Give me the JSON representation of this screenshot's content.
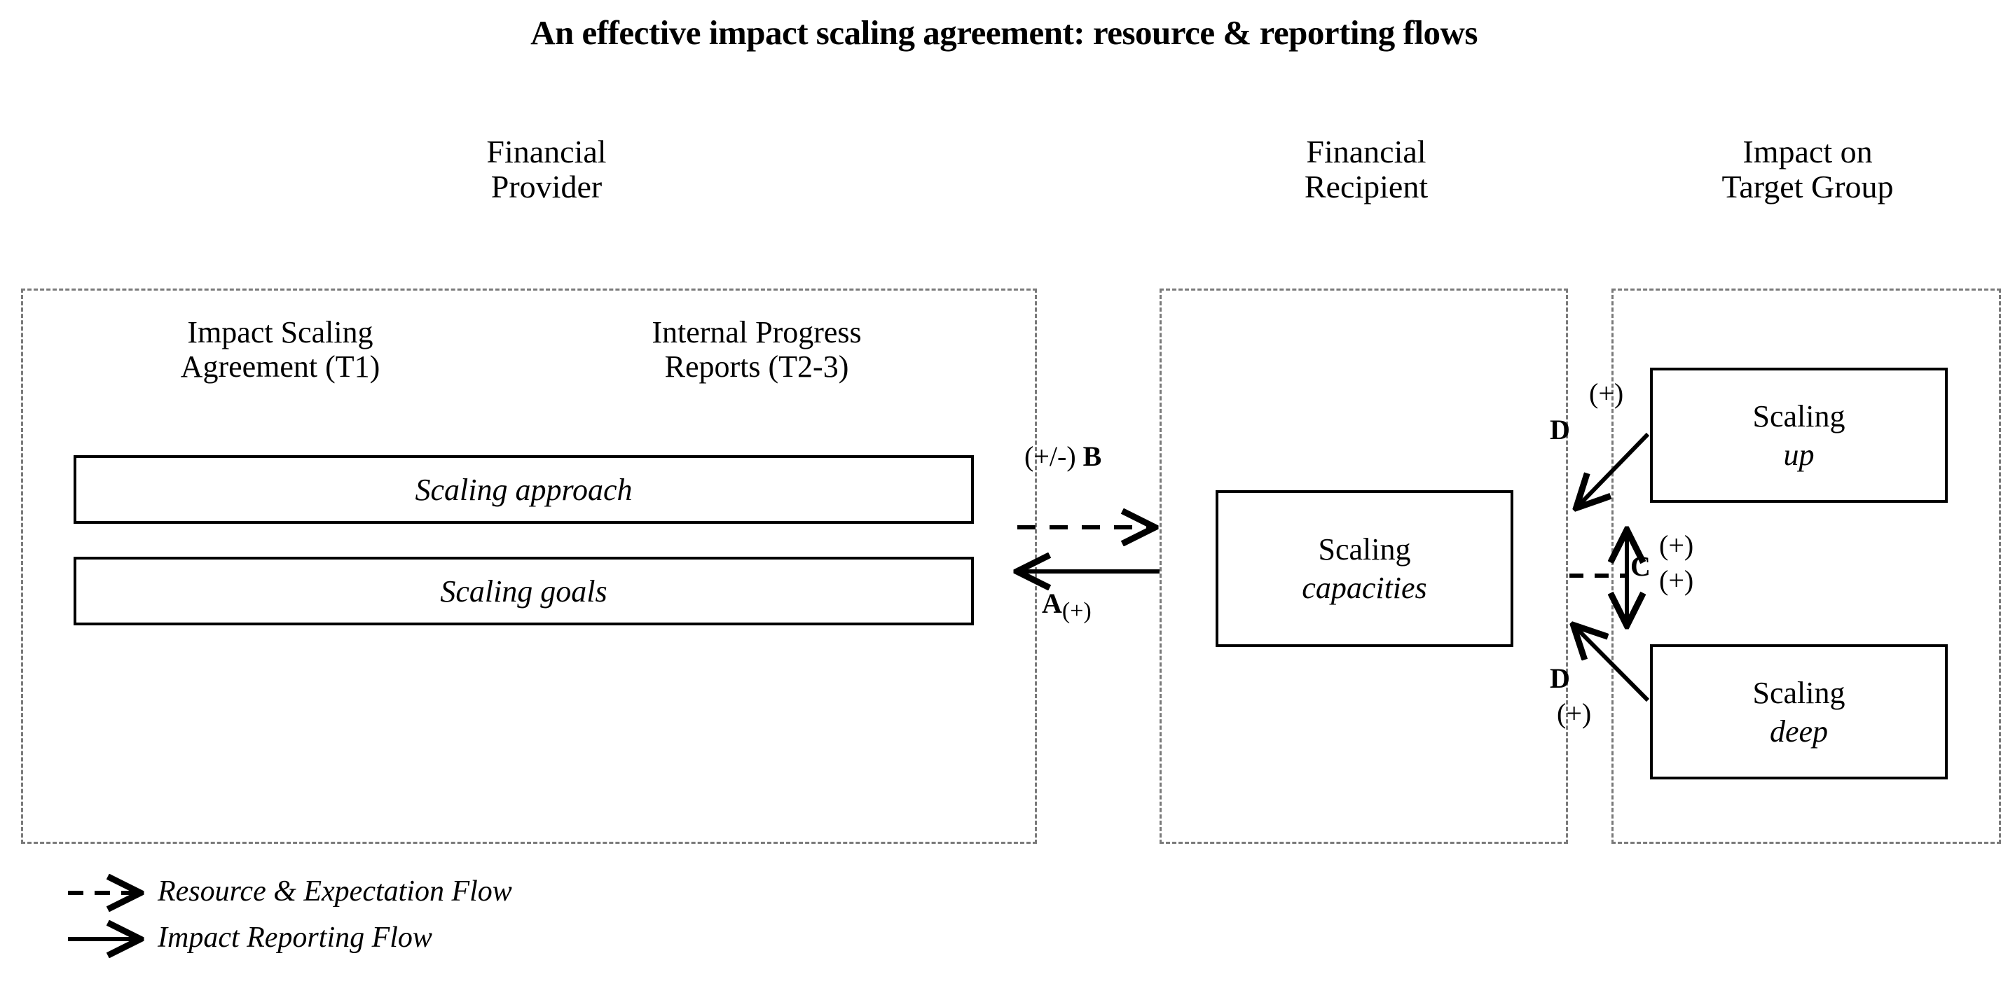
{
  "title": "An effective impact scaling agreement: resource & reporting flows",
  "columns": {
    "provider": {
      "line1": "Financial",
      "line2": "Provider"
    },
    "recipient": {
      "line1": "Financial",
      "line2": "Recipient"
    },
    "target": {
      "line1": "Impact on",
      "line2": "Target Group"
    }
  },
  "provider_panel": {
    "label_agreement_line1": "Impact Scaling",
    "label_agreement_line2": "Agreement (T1)",
    "label_reports_line1": "Internal Progress",
    "label_reports_line2": "Reports (T2-3)",
    "box_approach": "Scaling approach",
    "box_goals": "Scaling goals"
  },
  "recipient_panel": {
    "box_capacities_line1": "Scaling",
    "box_capacities_line2": "capacities"
  },
  "target_panel": {
    "box_up_line1": "Scaling",
    "box_up_line2": "up",
    "box_deep_line1": "Scaling",
    "box_deep_line2": "deep"
  },
  "edges": {
    "b_sign": "(+/-)",
    "b_letter": "B",
    "a_letter": "A",
    "a_sign": "(+)",
    "d_top_letter": "D",
    "d_top_sign": "(+)",
    "d_bottom_letter": "D",
    "d_bottom_sign": "(+)",
    "c_letter": "C",
    "c_sign_1": "(+)",
    "c_sign_2": "(+)"
  },
  "legend": {
    "resource_flow": "Resource & Expectation Flow",
    "reporting_flow": "Impact Reporting Flow"
  },
  "colors": {
    "ink": "#000000",
    "panel_border": "#7a7a7a",
    "background": "#ffffff"
  }
}
